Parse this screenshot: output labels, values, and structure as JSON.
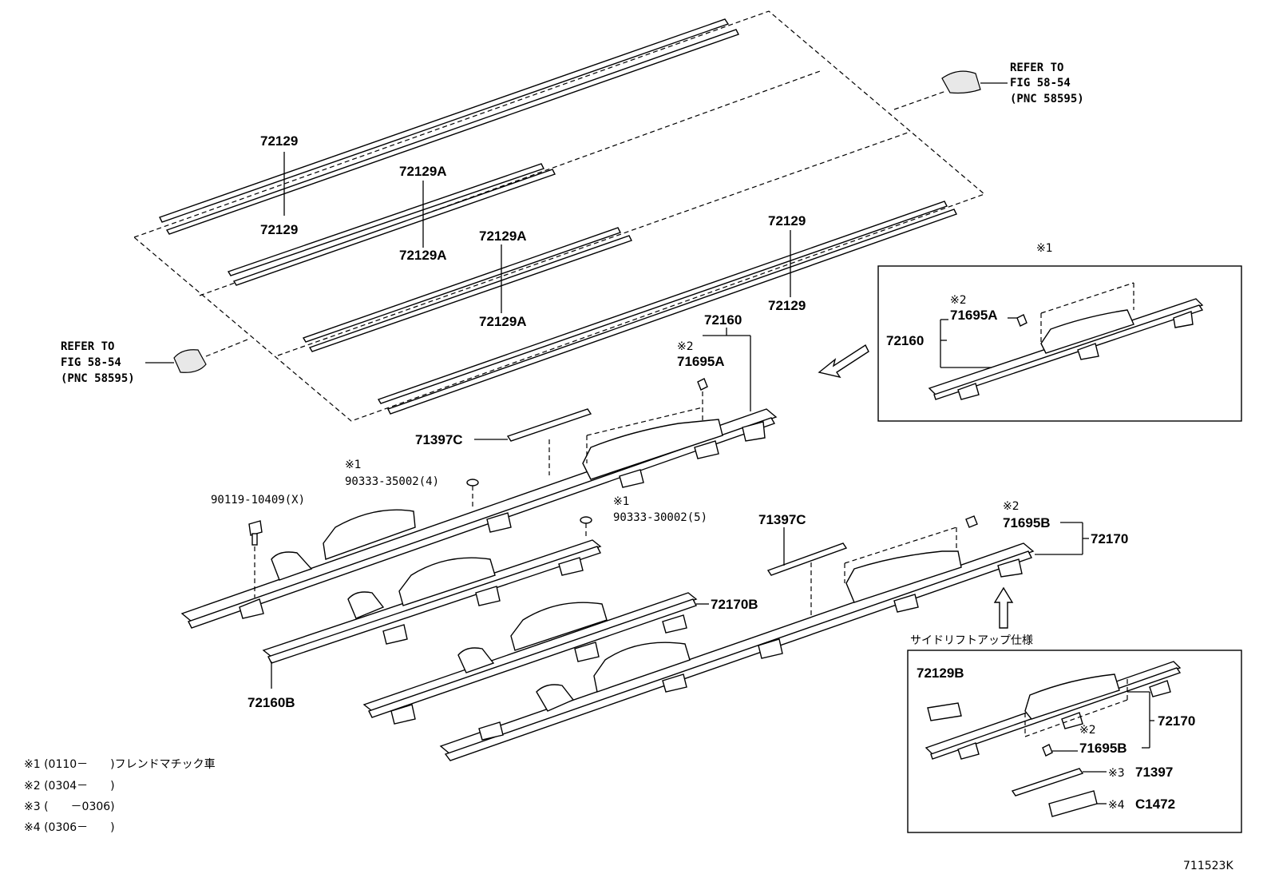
{
  "labels": {
    "p72129_a": "72129",
    "p72129_b": "72129",
    "p72129A_a": "72129A",
    "p72129A_b": "72129A",
    "p72129A_c": "72129A",
    "p72129A_d": "72129A",
    "p72129_c": "72129",
    "p72129_d": "72129",
    "p72160": "72160",
    "p71695A": "71695A",
    "p71397C_a": "71397C",
    "p71397C_b": "71397C",
    "p90333_35002": "90333-35002(4)",
    "p90119": "90119-10409(X)",
    "p90333_30002": "90333-30002(5)",
    "p71695B": "71695B",
    "p72170": "72170",
    "p72170B": "72170B",
    "p72160B": "72160B",
    "inset1_72160": "72160",
    "inset1_71695A": "71695A",
    "inset2_72129B": "72129B",
    "inset2_72170": "72170",
    "inset2_71695B": "71695B",
    "inset2_71397": "71397",
    "inset2_C1472": "C1472"
  },
  "marks": {
    "m1": "※1",
    "m2": "※2",
    "m3": "※3",
    "m4": "※4"
  },
  "refs": {
    "right": [
      "REFER TO",
      "FIG 58-54",
      "(PNC 58595)"
    ],
    "left": [
      "REFER TO",
      "FIG 58-54",
      "(PNC 58595)"
    ]
  },
  "inset2_title": "サイドリフトアップ仕様",
  "legend": [
    "※1 (0110－　　)フレンドマチック車",
    "※2 (0304－　　)",
    "※3 (　　－0306)",
    "※4 (0306－　　)"
  ],
  "diagram_id": "711523K"
}
